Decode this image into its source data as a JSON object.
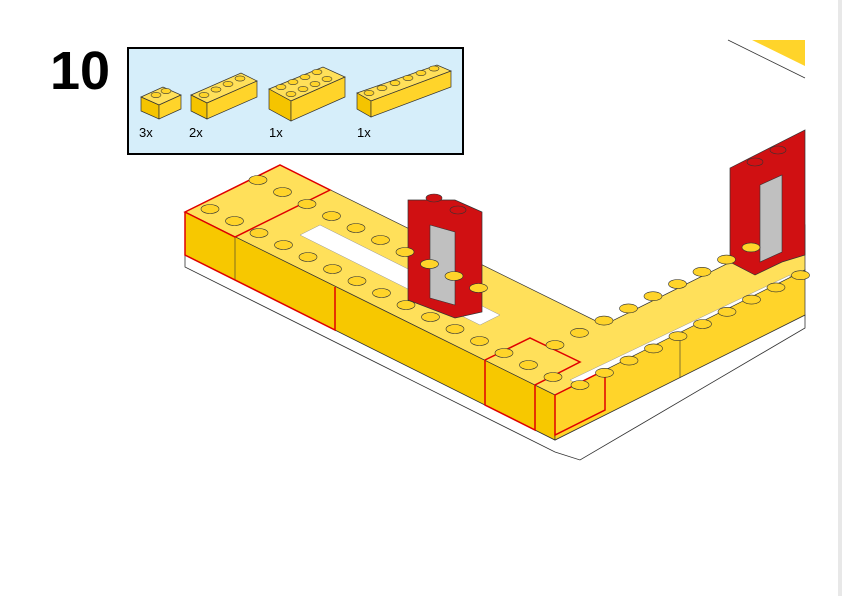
{
  "step": {
    "number": "10"
  },
  "parts": [
    {
      "name": "brick-1x2",
      "quantity": "3x",
      "studs": 2
    },
    {
      "name": "brick-1x4",
      "quantity": "2x",
      "studs": 4
    },
    {
      "name": "brick-2x4",
      "quantity": "1x",
      "studs": 8
    },
    {
      "name": "brick-1x6",
      "quantity": "1x",
      "studs": 6
    }
  ],
  "colors": {
    "brick_yellow": "#ffd42a",
    "brick_red": "#d01012",
    "panel_bg": "#d6eefa",
    "highlight_outline": "#e00000"
  }
}
